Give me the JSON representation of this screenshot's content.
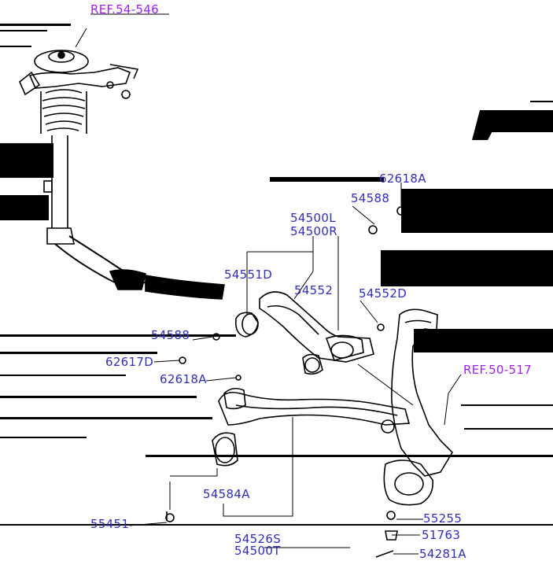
{
  "references": {
    "ref_top": "REF.54-546",
    "ref_right": "REF.50-517"
  },
  "part_labels": {
    "p62618a_top": "62618A",
    "p54588_top": "54588",
    "p54500l": "54500L",
    "p54500r": "54500R",
    "p54551d": "54551D",
    "p54552": "54552",
    "p54552d": "54552D",
    "p54588_left": "54588",
    "p62617d": "62617D",
    "p62618a_mid": "62618A",
    "p54584a": "54584A",
    "p55451": "55451",
    "p54526s": "54526S",
    "p54500t": "54500T",
    "p55255": "55255",
    "p51763": "51763",
    "p54281a": "54281A"
  },
  "colors": {
    "part_label": "#2f2fb8",
    "reference_label": "#a020f0",
    "linework": "#000000"
  }
}
